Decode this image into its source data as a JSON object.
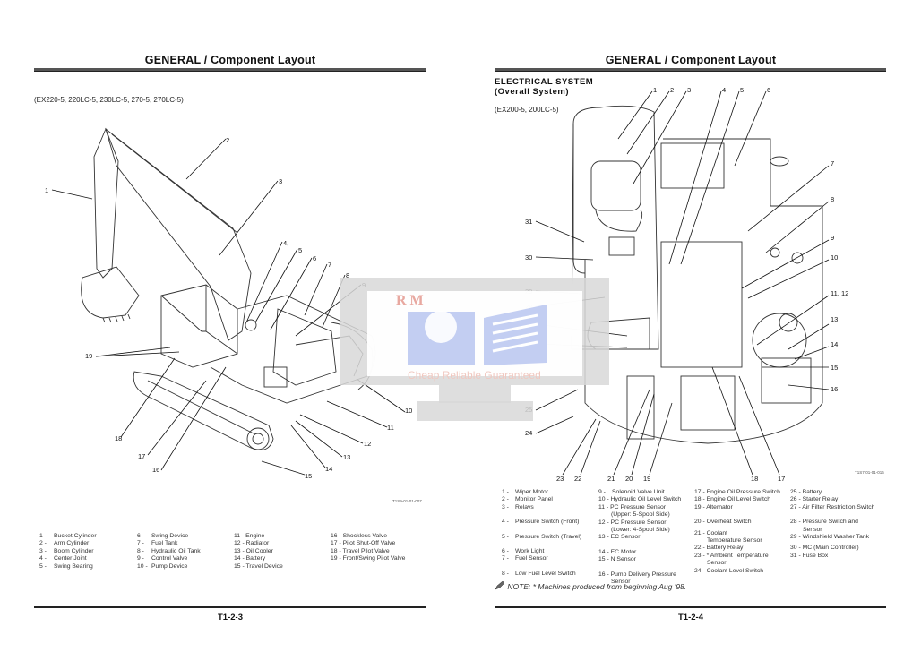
{
  "left_page": {
    "header": "GENERAL / Component Layout",
    "models": "(EX220-5, 220LC-5, 230LC-5, 270-5, 270LC-5)",
    "figure_id": "T1S9-01-01-007",
    "callouts": [
      "1",
      "2",
      "3",
      "4,",
      "5",
      "6",
      "7",
      "8",
      "9",
      "10",
      "11",
      "12",
      "13",
      "14",
      "15",
      "16",
      "17",
      "18",
      "19"
    ],
    "legend": [
      {
        "num": "1 -",
        "label": "Bucket Cylinder"
      },
      {
        "num": "2 -",
        "label": "Arm Cylinder"
      },
      {
        "num": "3 -",
        "label": "Boom Cylinder"
      },
      {
        "num": "4 -",
        "label": "Center Joint"
      },
      {
        "num": "5 -",
        "label": "Swing Bearing"
      },
      {
        "num": "6 -",
        "label": "Swing Device"
      },
      {
        "num": "7 -",
        "label": "Fuel Tank"
      },
      {
        "num": "8 -",
        "label": "Hydraulic Oil Tank"
      },
      {
        "num": "9 -",
        "label": "Control Valve"
      },
      {
        "num": "10 -",
        "label": "Pump Device"
      },
      {
        "num": "11 -",
        "label": "Engine"
      },
      {
        "num": "12 -",
        "label": "Radiator"
      },
      {
        "num": "13 -",
        "label": "Oil Cooler"
      },
      {
        "num": "14 -",
        "label": "Battery"
      },
      {
        "num": "15 -",
        "label": "Travel Device"
      },
      {
        "num": "16 -",
        "label": "Shockless Valve"
      },
      {
        "num": "17 -",
        "label": "Pilot Shut-Off Valve"
      },
      {
        "num": "18 -",
        "label": "Travel Pilot Valve"
      },
      {
        "num": "19 -",
        "label": "Front/Swing Pilot Valve"
      }
    ],
    "footer": "T1-2-3"
  },
  "right_page": {
    "header": "GENERAL / Component Layout",
    "section_title_1": "ELECTRICAL SYSTEM",
    "section_title_2": "(Overall System)",
    "models": "(EX200-5, 200LC-5)",
    "figure_id": "T1S7-01-01-016",
    "callouts": [
      "1",
      "2",
      "3",
      "4",
      "5",
      "6",
      "7",
      "8",
      "9",
      "10",
      "11, 12",
      "13",
      "14",
      "15",
      "16",
      "17",
      "18",
      "19",
      "20",
      "21",
      "22",
      "23",
      "24",
      "25",
      "26",
      "27",
      "28",
      "29",
      "30",
      "31"
    ],
    "legend": [
      {
        "num": "1 -",
        "label": "Wiper Motor"
      },
      {
        "num": "2 -",
        "label": "Monitor Panel"
      },
      {
        "num": "3 -",
        "label": "Relays"
      },
      {
        "num": "4 -",
        "label": "Pressure Switch (Front)"
      },
      {
        "num": "5 -",
        "label": "Pressure Switch (Travel)"
      },
      {
        "num": "6 -",
        "label": "Work Light"
      },
      {
        "num": "7 -",
        "label": "Fuel Sensor"
      },
      {
        "num": "8 -",
        "label": "Low Fuel Level Switch"
      },
      {
        "num": "9 -",
        "label": "Solenoid Valve Unit"
      },
      {
        "num": "10 -",
        "label": "Hydraulic Oil Level Switch"
      },
      {
        "num": "11 -",
        "label": "PC Pressure Sensor",
        "sub": "(Upper: 5-Spool Side)"
      },
      {
        "num": "12 -",
        "label": "PC Pressure Sensor",
        "sub": "(Lower: 4-Spool Side)"
      },
      {
        "num": "13 -",
        "label": "EC Sensor"
      },
      {
        "num": "14 -",
        "label": "EC Motor"
      },
      {
        "num": "15 -",
        "label": "N Sensor"
      },
      {
        "num": "16 -",
        "label": "Pump Delivery Pressure",
        "sub": "Sensor"
      },
      {
        "num": "17 -",
        "label": "Engine Oil Pressure Switch"
      },
      {
        "num": "18 -",
        "label": "Engine Oil Level Switch"
      },
      {
        "num": "19 -",
        "label": "Alternator"
      },
      {
        "num": "20 -",
        "label": "Overheat Switch"
      },
      {
        "num": "21 -",
        "label": "Coolant",
        "sub": "Temperature Sensor"
      },
      {
        "num": "22 -",
        "label": "Battery Relay"
      },
      {
        "num": "23 -",
        "label": "* Ambient Temperature",
        "sub": "Sensor"
      },
      {
        "num": "24 -",
        "label": "Coolant Level Switch"
      },
      {
        "num": "25 -",
        "label": "Battery"
      },
      {
        "num": "26 -",
        "label": "Starter Relay"
      },
      {
        "num": "27 -",
        "label": "Air Filter Restriction Switch"
      },
      {
        "num": "28 -",
        "label": "Pressure Switch and",
        "sub": "Sensor"
      },
      {
        "num": "29 -",
        "label": "Windshield Washer Tank"
      },
      {
        "num": "30 -",
        "label": "MC (Main Controller)"
      },
      {
        "num": "31 -",
        "label": "Fuse Box"
      }
    ],
    "note_label": "NOTE:",
    "note_text": "* Machines produced from beginning Aug '98.",
    "footer": "T1-2-4"
  },
  "watermark": {
    "brand": "R M",
    "tagline": "Cheap Reliable Guaranteed",
    "colors": {
      "brand": "#e8a8a0",
      "icon": "#b8c6f0",
      "monitor": "#d8d8d8"
    }
  }
}
